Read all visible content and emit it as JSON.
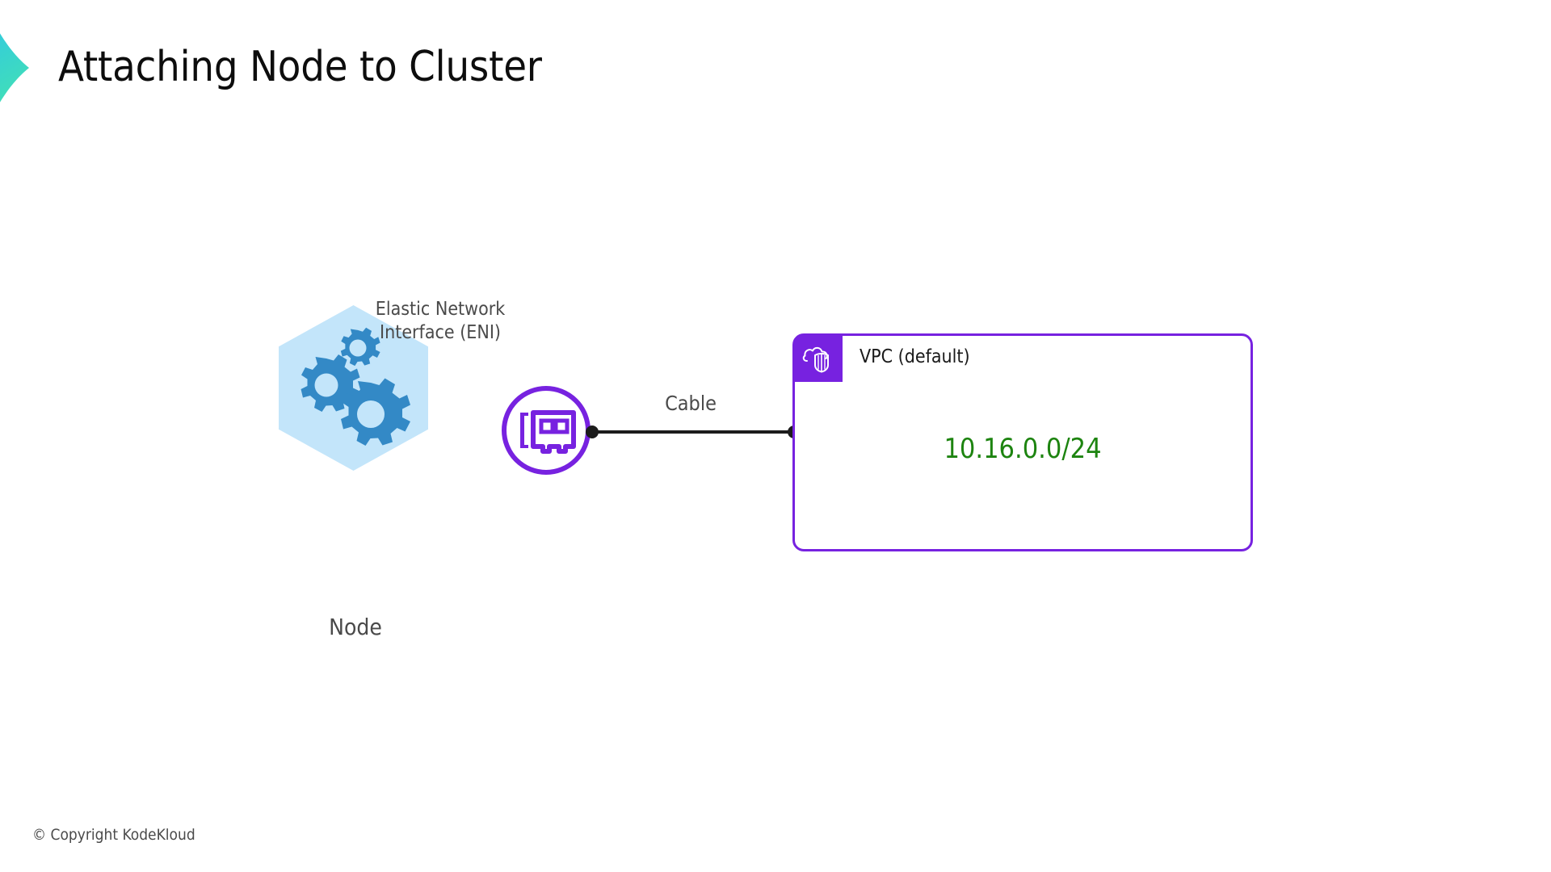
{
  "slide": {
    "title": "Attaching Node to Cluster",
    "background_color": "#ffffff"
  },
  "brand": {
    "logo_icon": "chevron-logo-icon",
    "gradient_from": "#24b7e0",
    "gradient_to": "#3fe0b8"
  },
  "diagram": {
    "type": "network-topology",
    "node": {
      "label": "Node",
      "icon": "hexagon-gears-icon",
      "hex_fill": "#c3e5fa",
      "gear_fill": "#3389c6"
    },
    "eni": {
      "label_line1": "Elastic Network",
      "label_line2": "Interface (ENI)",
      "icon": "network-interface-card-icon",
      "accent_color": "#7722e0"
    },
    "cable": {
      "label": "Cable",
      "line_color": "#1c1c1c",
      "endpoint_icon": "connector-dot-icon"
    },
    "vpc": {
      "title": "VPC (default)",
      "cidr": "10.16.0.0/24",
      "cidr_color": "#1d8410",
      "border_color": "#7722e0",
      "badge_color": "#7722e0",
      "icon": "aws-vpc-cloud-shield-icon"
    }
  },
  "footer": {
    "copyright": "© Copyright KodeKloud"
  }
}
